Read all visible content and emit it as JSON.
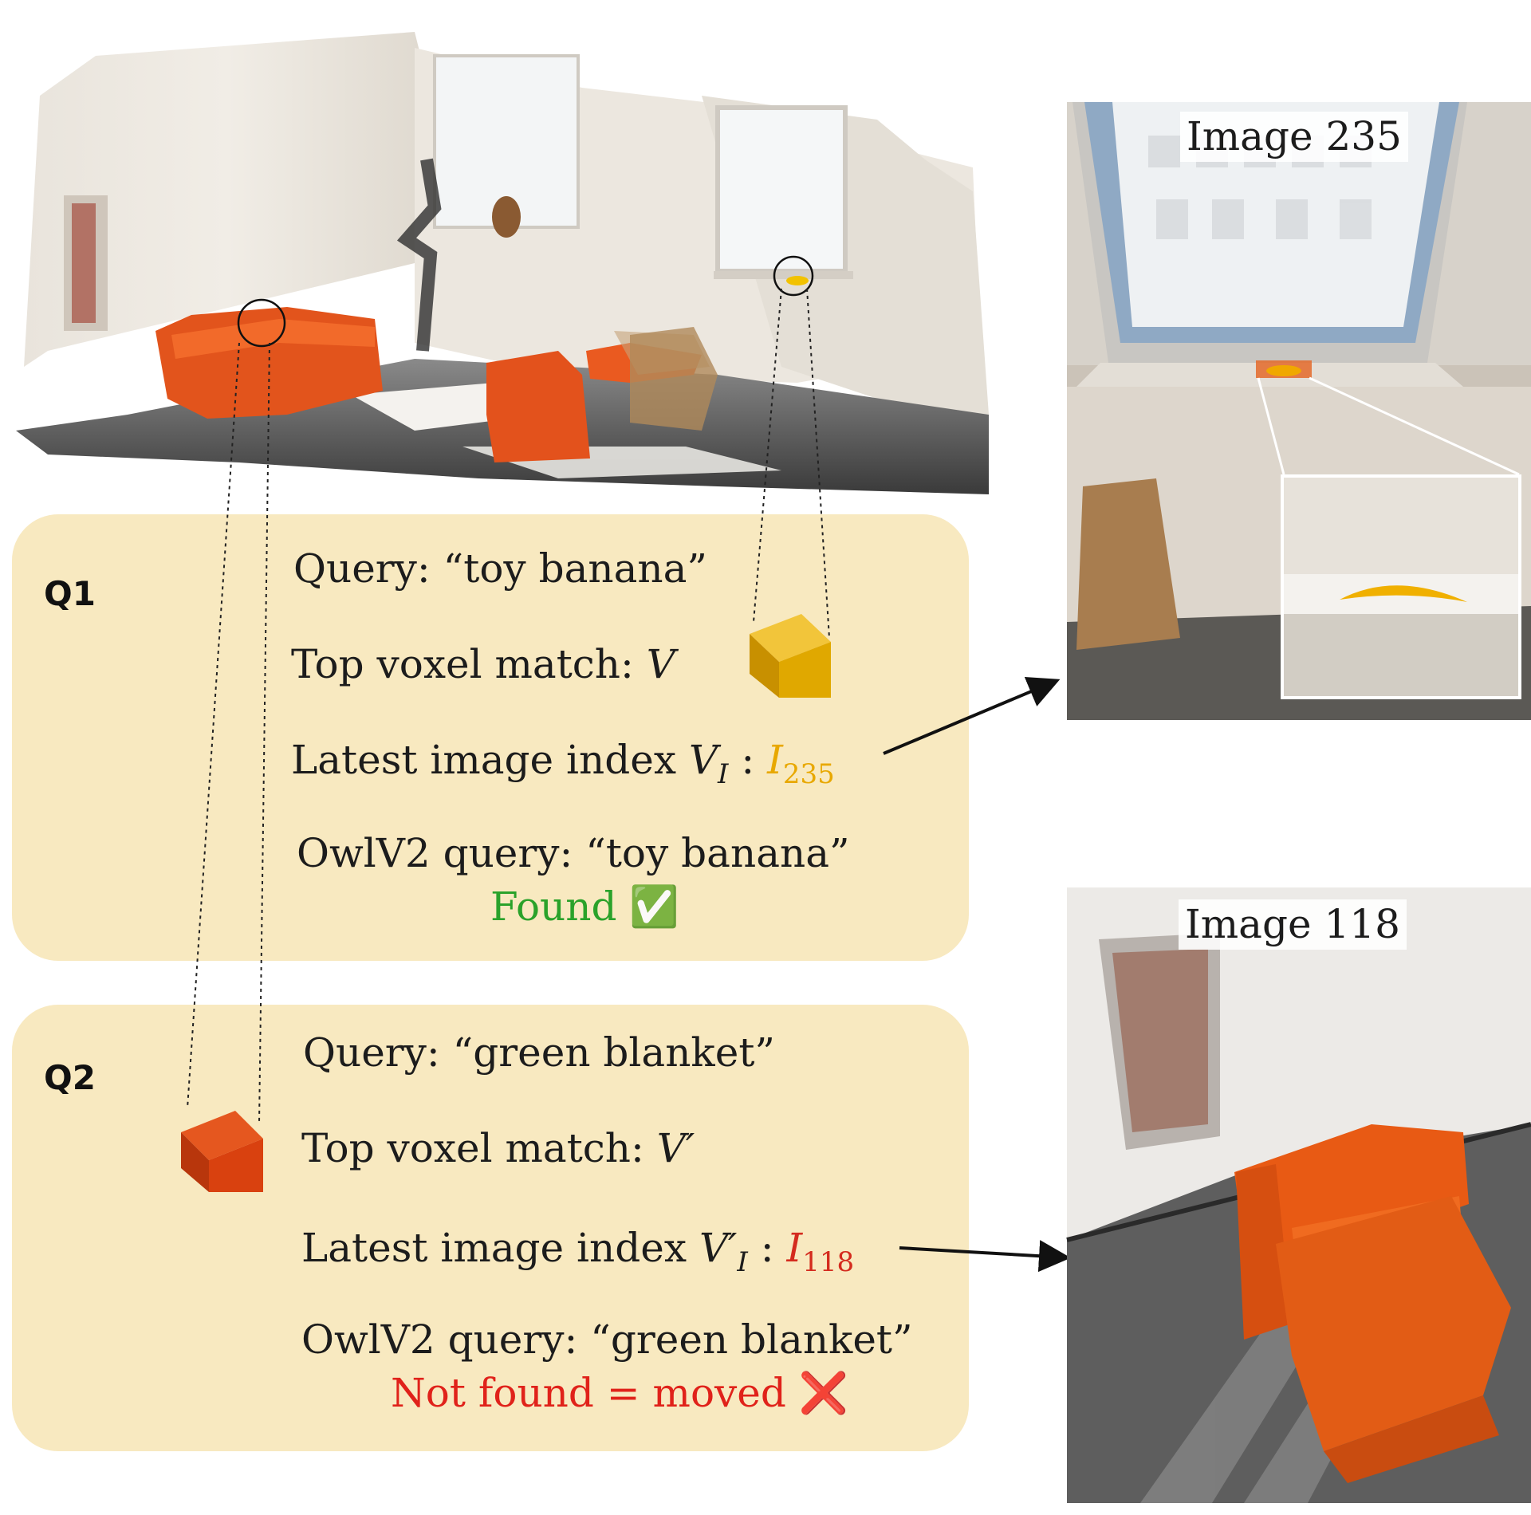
{
  "q1": {
    "label": "Q1",
    "query": "Query: “toy banana”",
    "voxel_prefix": "Top voxel match: ",
    "voxel_var": "V",
    "index_prefix": "Latest image index ",
    "index_var": "V",
    "index_var_sub": "I",
    "index_colon": " : ",
    "image_var": "I",
    "image_sub": "235",
    "owl": "OwlV2 query: “toy banana”",
    "status": "Found",
    "status_icon": "✅",
    "cube_color": "#e8b000",
    "accent_color": "#e8a800",
    "status_color": "#2aa22a"
  },
  "q2": {
    "label": "Q2",
    "query": "Query: “green blanket”",
    "voxel_prefix": "Top voxel match: ",
    "voxel_var": "V′",
    "index_prefix": "Latest image index ",
    "index_var": "V′",
    "index_var_sub": "I",
    "index_colon": " : ",
    "image_var": "I",
    "image_sub": "118",
    "owl": "OwlV2 query: “green blanket”",
    "status": "Not found = moved",
    "status_icon": "❌",
    "cube_color": "#d9410f",
    "accent_color": "#d42b1e",
    "status_color": "#e0221a"
  },
  "images": {
    "top_caption": "Image 235",
    "bottom_caption": "Image 118"
  }
}
